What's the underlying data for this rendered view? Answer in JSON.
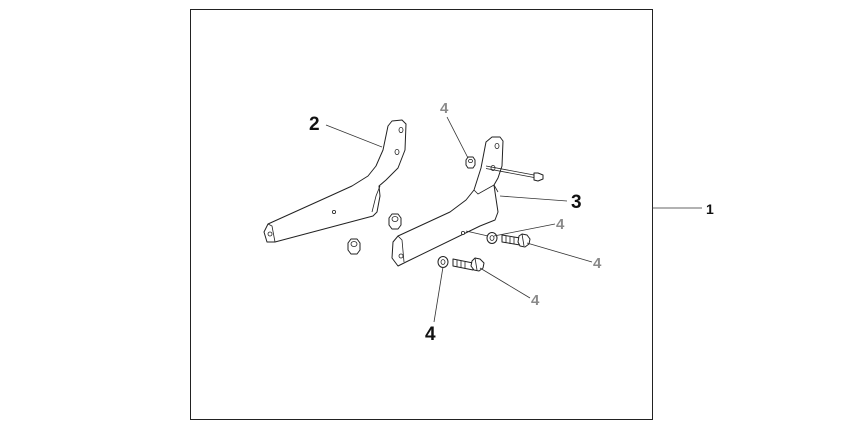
{
  "callouts": {
    "assembly": "1",
    "left_bracket": "2",
    "right_bracket": "3",
    "nut_top": "4",
    "washer_upper": "4",
    "bolt_upper": "4",
    "bolt_lower": "4",
    "washer_lower": "4"
  },
  "colors": {
    "line": "#222222",
    "grey_label": "#8a8a8a",
    "background": "#ffffff"
  }
}
